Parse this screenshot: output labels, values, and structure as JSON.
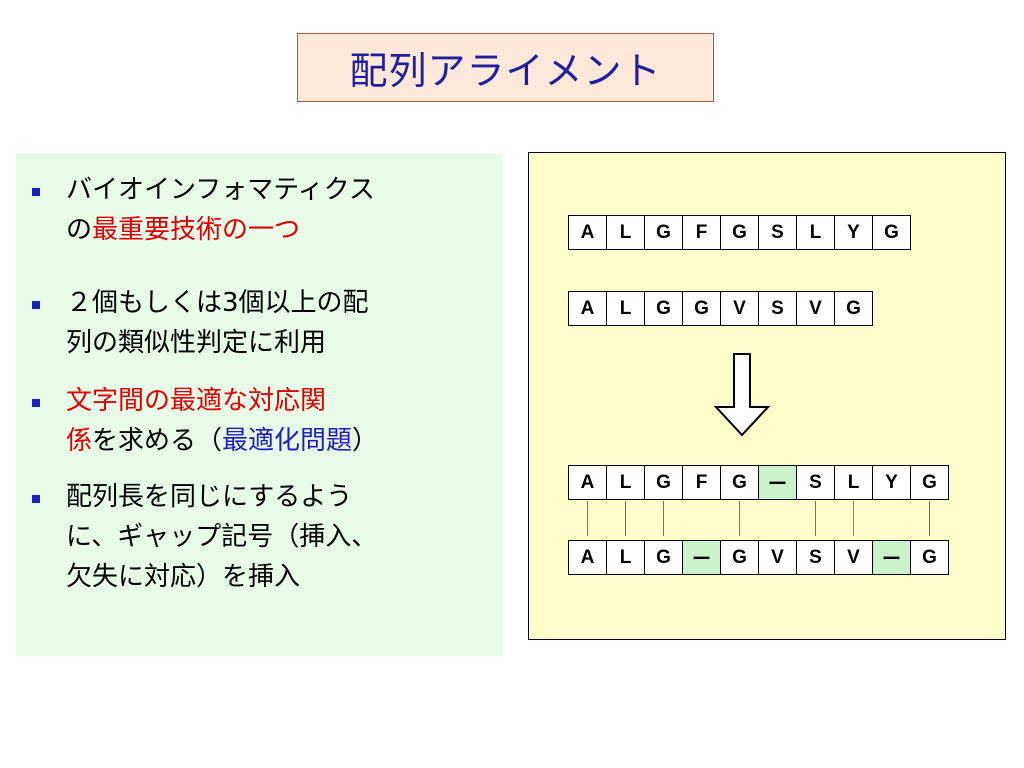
{
  "title": "配列アライメント",
  "bullets": [
    {
      "lines": [
        [
          {
            "text": "バイオインフォマティクス",
            "color": "black"
          }
        ],
        [
          {
            "text": "の",
            "color": "black"
          },
          {
            "text": "最重要技術の一つ",
            "color": "red"
          }
        ]
      ]
    },
    {
      "lines": [
        [
          {
            "text": "２個もしくは3個以上の配",
            "color": "black"
          }
        ],
        [
          {
            "text": "列の類似性判定に利用",
            "color": "black"
          }
        ]
      ]
    },
    {
      "lines": [
        [
          {
            "text": "文字間の最適な対応関",
            "color": "red"
          }
        ],
        [
          {
            "text": "係",
            "color": "red"
          },
          {
            "text": "を求める（",
            "color": "black"
          },
          {
            "text": "最適化問題",
            "color": "blue"
          },
          {
            "text": "）",
            "color": "black"
          }
        ]
      ]
    },
    {
      "lines": [
        [
          {
            "text": "配列長を同じにするよう",
            "color": "black"
          }
        ],
        [
          {
            "text": "に、ギャップ記号（挿入、",
            "color": "black"
          }
        ],
        [
          {
            "text": "欠失に対応）を挿入",
            "color": "black"
          }
        ]
      ]
    }
  ],
  "sequences": {
    "seq1": [
      "A",
      "L",
      "G",
      "F",
      "G",
      "S",
      "L",
      "Y",
      "G"
    ],
    "seq2": [
      "A",
      "L",
      "G",
      "G",
      "V",
      "S",
      "V",
      "G"
    ],
    "aligned1": [
      "A",
      "L",
      "G",
      "F",
      "G",
      "ー",
      "S",
      "L",
      "Y",
      "G"
    ],
    "aligned2": [
      "A",
      "L",
      "G",
      "ー",
      "G",
      "V",
      "S",
      "V",
      "ー",
      "G"
    ]
  },
  "gap_symbol": "ー",
  "colors": {
    "title_bg": "#fde9d9",
    "title_text": "#1f1f9f",
    "panel_bg": "#e8fae8",
    "diagram_bg": "#ffffcc",
    "gap_cell": "#ccf2cc",
    "mismatch_line": "#e04040",
    "match_line": "#40a070",
    "red_text": "#e00000",
    "blue_text": "#1f1fbf"
  },
  "alignment_links": [
    {
      "column": 0,
      "kind": "mismatch"
    },
    {
      "column": 1,
      "kind": "mismatch"
    },
    {
      "column": 2,
      "kind": "mismatch"
    },
    {
      "column": 4,
      "kind": "mismatch"
    },
    {
      "column": 6,
      "kind": "mismatch"
    },
    {
      "column": 7,
      "kind": "match"
    },
    {
      "column": 9,
      "kind": "mismatch"
    }
  ]
}
